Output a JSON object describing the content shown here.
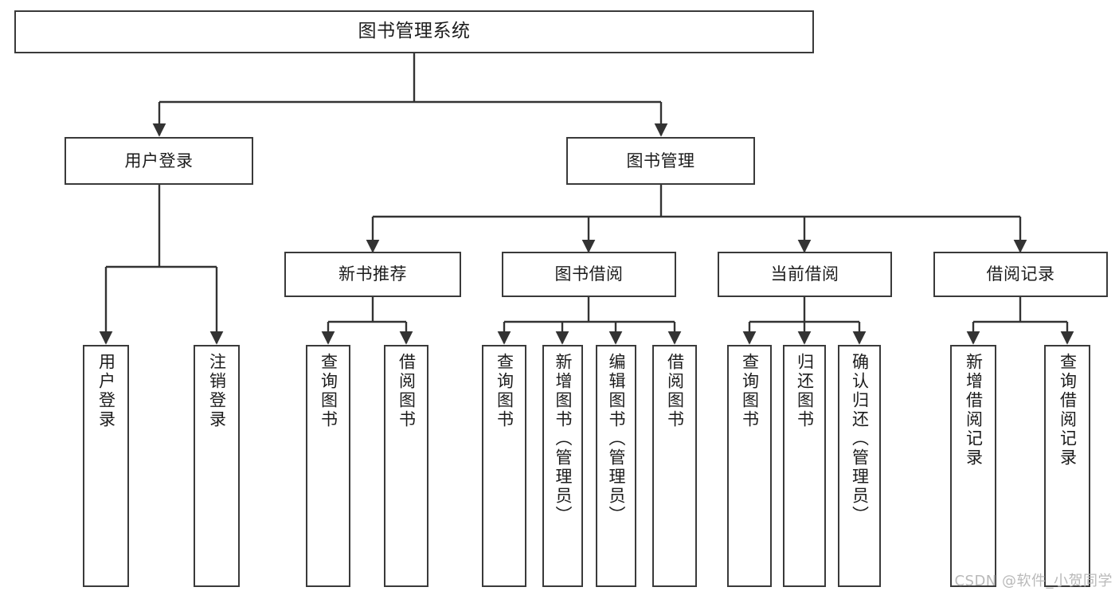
{
  "diagram": {
    "title": "图书管理系统",
    "watermark": "CSDN @软件_小贺同学",
    "line_color": "#333333",
    "box_border_color": "#3a3a3a",
    "background_color": "#ffffff",
    "text_color": "#1c1c1c",
    "nodes": {
      "root": {
        "label": "图书管理系统"
      },
      "level2": {
        "user_login": {
          "label": "用户登录"
        },
        "book_manage": {
          "label": "图书管理"
        }
      },
      "level3": {
        "new_book_recommend": {
          "label": "新书推荐"
        },
        "book_borrow": {
          "label": "图书借阅"
        },
        "current_borrow": {
          "label": "当前借阅"
        },
        "borrow_record": {
          "label": "借阅记录"
        }
      },
      "leaves": {
        "user_login_1": {
          "label": "用户登录"
        },
        "user_login_2": {
          "label": "注销登录"
        },
        "recommend_1": {
          "label": "查询图书"
        },
        "recommend_2": {
          "label": "借阅图书"
        },
        "borrow_1": {
          "label": "查询图书"
        },
        "borrow_2": {
          "label": "新增图书（管理员）"
        },
        "borrow_3": {
          "label": "编辑图书（管理员）"
        },
        "borrow_4": {
          "label": "借阅图书"
        },
        "current_1": {
          "label": "查询图书"
        },
        "current_2": {
          "label": "归还图书"
        },
        "current_3": {
          "label": "确认归还（管理员）"
        },
        "record_1": {
          "label": "新增借阅记录"
        },
        "record_2": {
          "label": "查询借阅记录"
        }
      }
    }
  }
}
